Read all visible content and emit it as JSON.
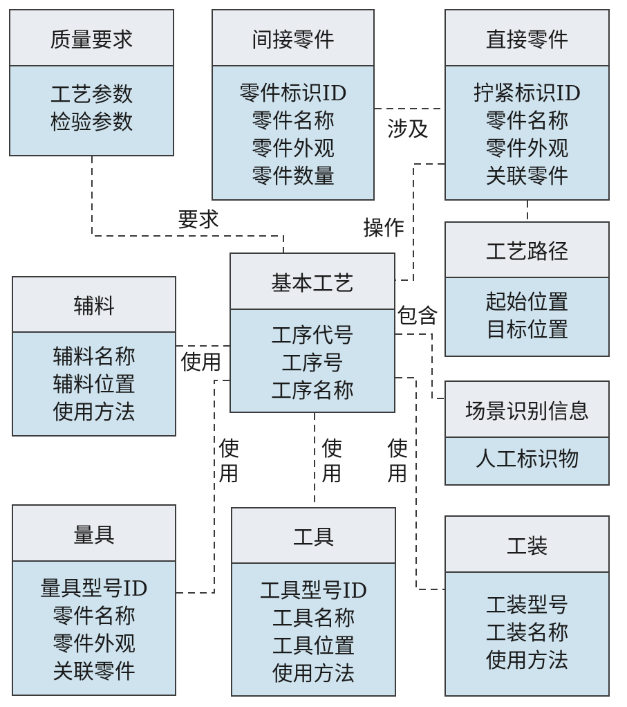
{
  "entities": {
    "quality": {
      "title": "质量要求",
      "attrs": [
        "工艺参数",
        "检验参数"
      ]
    },
    "indirect": {
      "title": "间接零件",
      "attrs": [
        "零件标识ID",
        "零件名称",
        "零件外观",
        "零件数量"
      ]
    },
    "direct": {
      "title": "直接零件",
      "attrs": [
        "拧紧标识ID",
        "零件名称",
        "零件外观",
        "关联零件"
      ]
    },
    "route": {
      "title": "工艺路径",
      "attrs": [
        "起始位置",
        "目标位置"
      ]
    },
    "basic": {
      "title": "基本工艺",
      "attrs": [
        "工序代号",
        "工序号",
        "工序名称"
      ]
    },
    "aux": {
      "title": "辅料",
      "attrs": [
        "辅料名称",
        "辅料位置",
        "使用方法"
      ]
    },
    "scene": {
      "title": "场景识别信息",
      "attrs": [
        "人工标识物"
      ]
    },
    "gauge": {
      "title": "量具",
      "attrs": [
        "量具型号ID",
        "零件名称",
        "零件外观",
        "关联零件"
      ]
    },
    "tool": {
      "title": "工具",
      "attrs": [
        "工具型号ID",
        "工具名称",
        "工具位置",
        "使用方法"
      ]
    },
    "fixture": {
      "title": "工装",
      "attrs": [
        "工装型号",
        "工装名称",
        "使用方法"
      ]
    }
  },
  "relations": {
    "require": "要求",
    "involve": "涉及",
    "operate": "操作",
    "contain": "包含",
    "use_aux": "使用",
    "use_gauge": "使用",
    "use_tool": "使用",
    "use_fixture": "使用"
  }
}
